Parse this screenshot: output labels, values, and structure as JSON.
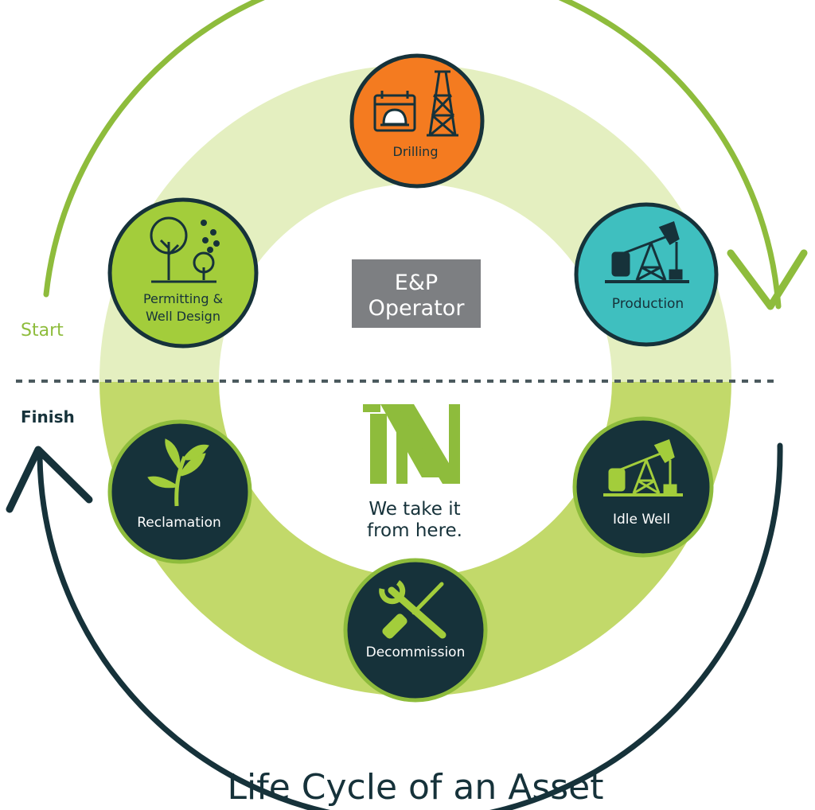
{
  "title": "Life Cycle of an Asset",
  "start_label": "Start",
  "finish_label": "Finish",
  "center_top": {
    "line1": "E&P",
    "line2": "Operator"
  },
  "center_bottom": {
    "logo_text": "N",
    "tagline_line1": "We take it",
    "tagline_line2": "from here."
  },
  "stages": {
    "drilling": {
      "label": "Drilling",
      "icon": "drilling-rig-icon",
      "color": "#f47b20"
    },
    "production": {
      "label": "Production",
      "icon": "pumpjack-icon",
      "color": "#3fbfbf"
    },
    "permitting": {
      "line1": "Permitting &",
      "line2": "Well Design",
      "icon": "trees-icon",
      "color": "#a3cd3b"
    },
    "idle_well": {
      "label": "Idle Well",
      "icon": "pumpjack-icon",
      "color": "#16323a"
    },
    "decommission": {
      "label": "Decommission",
      "icon": "wrench-screwdriver-icon",
      "color": "#16323a"
    },
    "reclamation": {
      "label": "Reclamation",
      "icon": "sprout-icon",
      "color": "#16323a"
    }
  },
  "colors": {
    "ring_light": "#e4efc0",
    "ring_dark": "#c2d96a",
    "green_accent": "#8ebc3c",
    "navy": "#16323a",
    "operator_box": "#7d7f82"
  }
}
